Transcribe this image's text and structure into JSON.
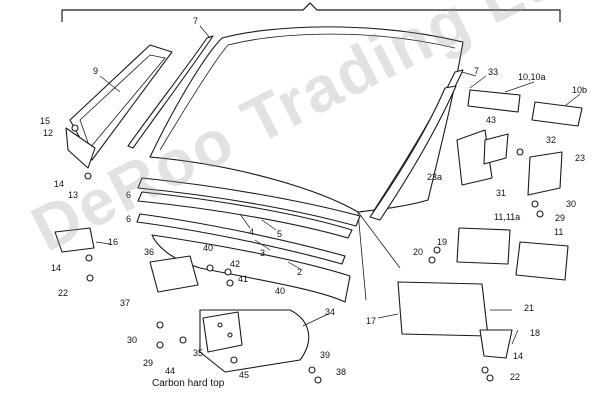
{
  "caption": "Carbon hard top",
  "watermark": "DeRoo Trading Ltd",
  "callouts": {
    "c7a": "7",
    "c7b": "7",
    "c9": "9",
    "c15": "15",
    "c12": "12",
    "c14a": "14",
    "c13": "13",
    "c33": "33",
    "c10": "10,10a",
    "c10b": "10b",
    "c43": "43",
    "c32": "32",
    "c23a": "23a",
    "c23": "23",
    "c31": "31",
    "c30a": "30",
    "c29a": "29",
    "c6a": "6",
    "c6b": "6",
    "c5": "5",
    "c4": "4",
    "c16": "16",
    "c11a": "11,11a",
    "c11": "11",
    "c19": "19",
    "c20": "20",
    "c36": "36",
    "c40a": "40",
    "c42": "42",
    "c41": "41",
    "c3": "3",
    "c2": "2",
    "c14b": "14",
    "c22a": "22",
    "c40b": "40",
    "c37": "37",
    "c30b": "30",
    "c34": "34",
    "c17": "17",
    "c21": "21",
    "c18": "18",
    "c29b": "29",
    "c44": "44",
    "c35": "35",
    "c45": "45",
    "c39": "39",
    "c38": "38",
    "c14c": "14",
    "c22b": "22"
  }
}
